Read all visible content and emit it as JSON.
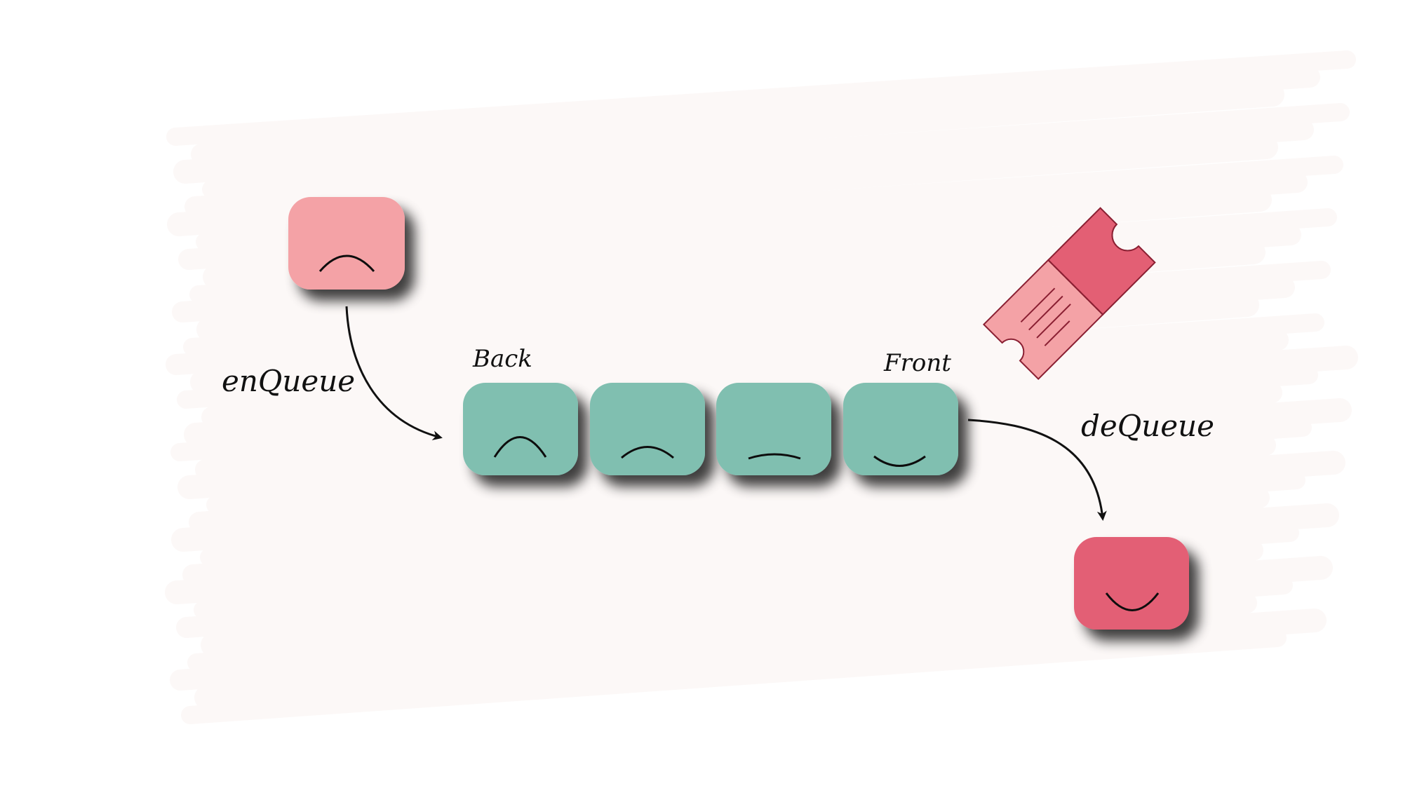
{
  "labels": {
    "enqueue": "enQueue",
    "dequeue": "deQueue",
    "back": "Back",
    "front": "Front"
  },
  "colors": {
    "queue_item": "#80bfb0",
    "incoming_item": "#f4a2a6",
    "outgoing_item": "#e35f74",
    "ticket_light": "#f4a2a6",
    "ticket_dark": "#e35f74",
    "brush_background": "#fcf8f7"
  },
  "queue": {
    "items": [
      {
        "mood": "sad"
      },
      {
        "mood": "slightly-sad"
      },
      {
        "mood": "neutral"
      },
      {
        "mood": "slightly-happy"
      }
    ]
  },
  "incoming": {
    "mood": "sad"
  },
  "outgoing": {
    "mood": "happy"
  }
}
